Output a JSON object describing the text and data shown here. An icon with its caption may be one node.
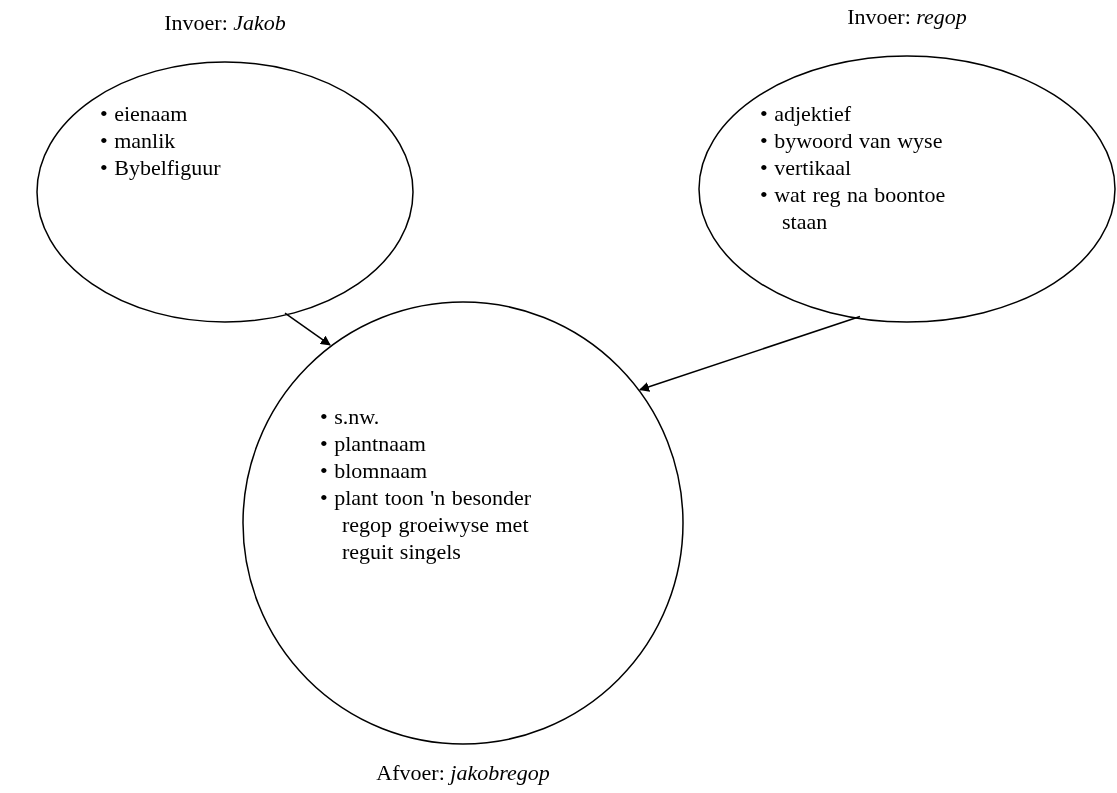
{
  "diagram": {
    "nodes": [
      {
        "text": [
          "Invoer: *Jakob*",
          "• eienaam",
          "• manlik",
          "• Bybelfiguur"
        ]
      },
      {
        "text": [
          "Invoer: *regop*",
          "• adjektief",
          "• bywoord van wyse",
          "• vertikaal",
          "• wat reg na boontoe staan"
        ]
      },
      {
        "text": [
          "Afvoer: *jakobregop*",
          "• s.nw.",
          "• plantnaam",
          "• blomnaam",
          "• plant toon 'n besonder regop groeiwyse met reguit singels"
        ]
      }
    ],
    "edges": [
      {
        "from": 0,
        "to": 2,
        "arrow": "to"
      },
      {
        "from": 1,
        "to": 2,
        "arrow": "to"
      }
    ]
  }
}
